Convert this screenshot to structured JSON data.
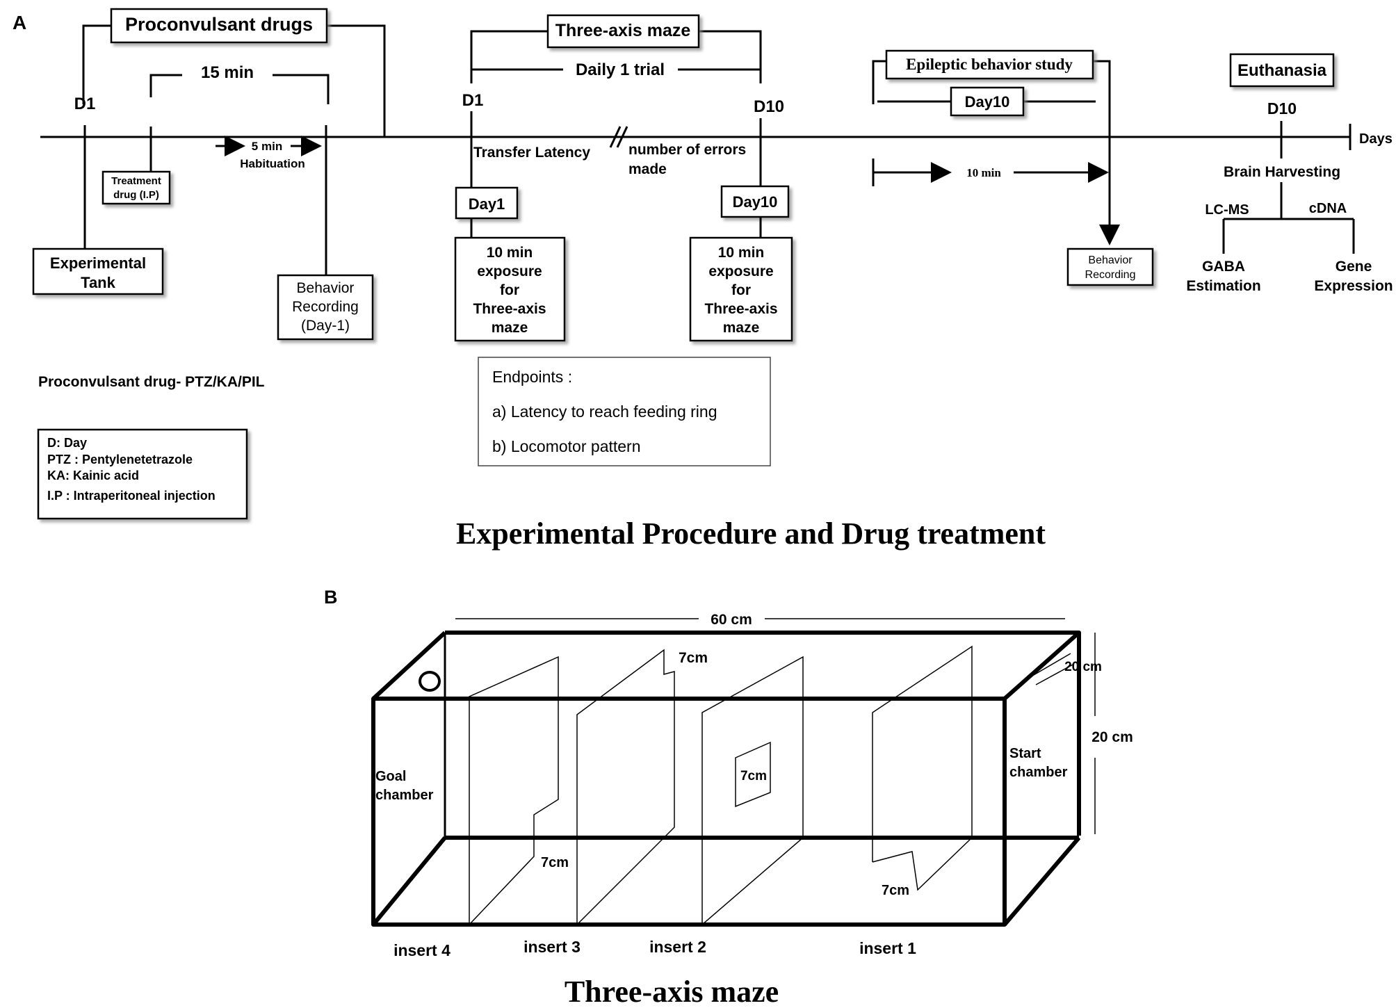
{
  "panel_a": {
    "label": "A",
    "proconvulsant_drugs": "Proconvulsant drugs",
    "d1_left": "D1",
    "fifteen_min": "15 min",
    "five_min": "5 min",
    "habituation": "Habituation",
    "treatment_drug_1": "Treatment",
    "treatment_drug_2": "drug (I.P)",
    "experimental_tank_1": "Experimental",
    "experimental_tank_2": "Tank",
    "behavior_recording_1": "Behavior",
    "behavior_recording_2": "Recording",
    "behavior_recording_3": "(Day-1)",
    "three_axis_maze": "Three-axis maze",
    "daily_trial": "Daily 1 trial",
    "d1_mid": "D1",
    "d10_mid": "D10",
    "transfer_latency": "Transfer Latency",
    "errors_1": "number of errors",
    "errors_2": "made",
    "day1_box": "Day1",
    "day10_box": "Day10",
    "exposure_1": "10 min",
    "exposure_2": "exposure",
    "exposure_3": "for",
    "exposure_4": "Three-axis",
    "exposure_5": "maze",
    "endpoints_title": "Endpoints :",
    "endpoint_a": "a) Latency to reach feeding ring",
    "endpoint_b": "b) Locomotor pattern",
    "epileptic_study": "Epileptic behavior study",
    "day10_epi": "Day10",
    "ten_min": "10 min",
    "behavior_rec2_1": "Behavior",
    "behavior_rec2_2": "Recording",
    "euthanasia": "Euthanasia",
    "d10_right": "D10",
    "days": "Days",
    "brain_harvesting": "Brain Harvesting",
    "lcms": "LC-MS",
    "cdna": "cDNA",
    "gaba_1": "GABA",
    "gaba_2": "Estimation",
    "gene_1": "Gene",
    "gene_2": "Expression",
    "proconvulsant_note": "Proconvulsant drug- PTZ/KA/PIL",
    "legend": [
      "D: Day",
      "PTZ : Pentylenetetrazole",
      "KA:  Kainic acid",
      "I.P : Intraperitoneal injection"
    ],
    "caption": "Experimental Procedure and Drug treatment"
  },
  "panel_b": {
    "label": "B",
    "length": "60 cm",
    "depth": "20 cm",
    "height": "20 cm",
    "insert_gap_top": "7cm",
    "insert_gap_window": "7cm",
    "insert_gap_bottom3": "7cm",
    "insert_gap_bottom1": "7cm",
    "goal_chamber_1": "Goal",
    "goal_chamber_2": "chamber",
    "start_chamber_1": "Start",
    "start_chamber_2": "chamber",
    "insert4": "insert 4",
    "insert3": "insert 3",
    "insert2": "insert 2",
    "insert1": "insert 1",
    "caption": "Three-axis maze"
  }
}
